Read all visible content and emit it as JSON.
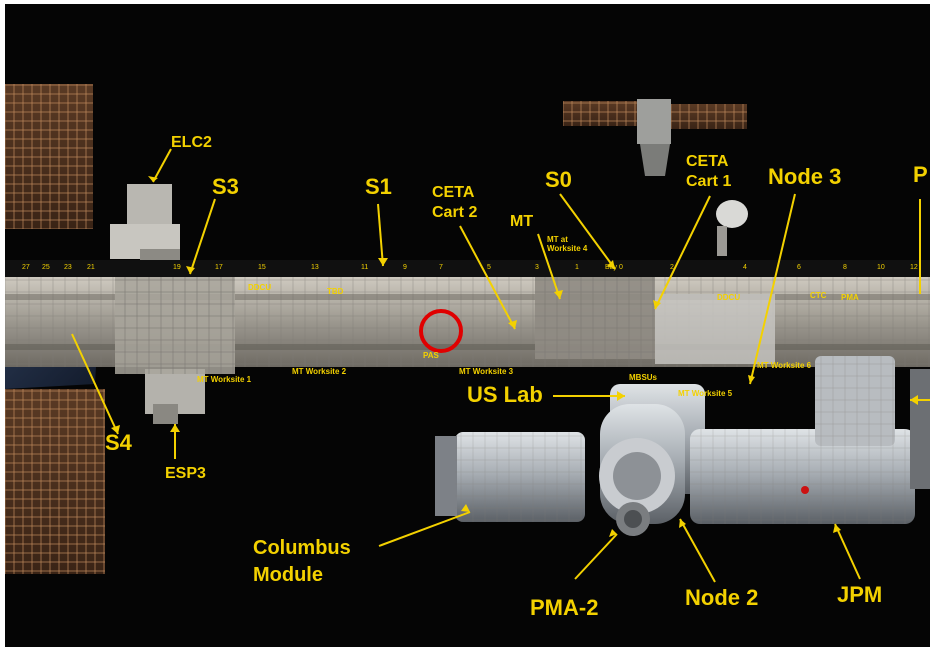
{
  "labels": {
    "elc2": "ELC2",
    "s3": "S3",
    "s1": "S1",
    "ceta_cart2_l1": "CETA",
    "ceta_cart2_l2": "Cart 2",
    "s0": "S0",
    "ceta_cart1_l1": "CETA",
    "ceta_cart1_l2": "Cart 1",
    "node3": "Node 3",
    "p_cut": "P",
    "mt": "MT",
    "mt_ws4_l1": "MT at",
    "mt_ws4_l2": "Worksite 4",
    "us_lab": "US Lab",
    "s4": "S4",
    "esp3": "ESP3",
    "columbus_l1": "Columbus",
    "columbus_l2": "Module",
    "pma2": "PMA-2",
    "node2": "Node 2",
    "jpm": "JPM",
    "mt_ws1": "MT Worksite 1",
    "mt_ws2": "MT Worksite 2",
    "mt_ws3": "MT Worksite 3",
    "mt_ws5": "MT Worksite 5",
    "mt_ws6": "MT Worksite 6",
    "mbsus": "MBSUs",
    "pas": "PAS",
    "ddcu": "DDCU",
    "tbd_small": "TBD",
    "ctc": "CTC",
    "pma_small": "PMA",
    "ddcu_right": "DDCU",
    "bay0": "Bay 0"
  },
  "bays": [
    "27",
    "25",
    "23",
    "21",
    "19",
    "17",
    "15",
    "13",
    "11",
    "9",
    "7",
    "5",
    "3",
    "1",
    "2",
    "4",
    "6",
    "8",
    "10",
    "12"
  ],
  "colors": {
    "label": "#f3d100",
    "highlight": "#e00000",
    "background": "#050505"
  }
}
